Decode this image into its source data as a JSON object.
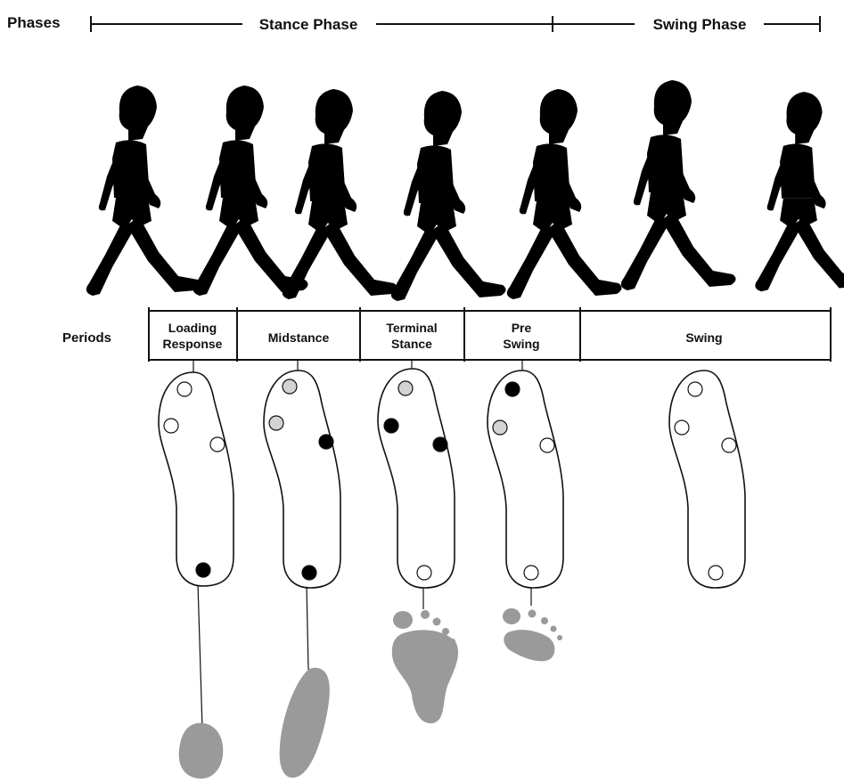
{
  "colors": {
    "sensor_active": "#000000",
    "sensor_partial": "#d3d3d3",
    "sensor_inactive": "#ffffff",
    "footprint": "#9a9a9a",
    "ink": "#111111"
  },
  "phases": {
    "label": "Phases",
    "stance": "Stance Phase",
    "swing": "Swing Phase"
  },
  "periods": {
    "label": "Periods",
    "items": [
      {
        "line1": "Loading",
        "line2": "Response"
      },
      {
        "line1": "Midstance",
        "line2": ""
      },
      {
        "line1": "Terminal",
        "line2": "Stance"
      },
      {
        "line1": "Pre",
        "line2": "Swing"
      },
      {
        "line1": "Swing",
        "line2": ""
      }
    ]
  },
  "sensor_states": [
    [
      "inactive",
      "inactive",
      "inactive",
      "active"
    ],
    [
      "partial",
      "partial",
      "active",
      "active"
    ],
    [
      "partial",
      "active",
      "active",
      "inactive"
    ],
    [
      "active",
      "partial",
      "inactive",
      "inactive"
    ],
    [
      "inactive",
      "inactive",
      "inactive",
      "inactive"
    ]
  ]
}
